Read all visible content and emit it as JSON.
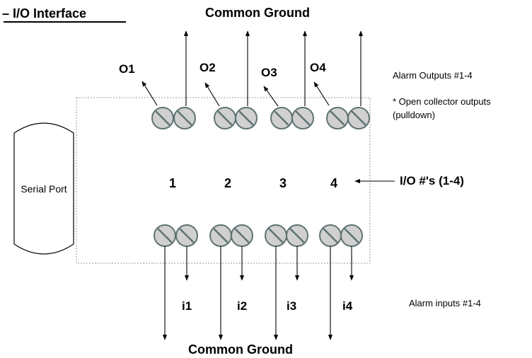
{
  "title": "– I/O Interface",
  "top_label": "Common Ground",
  "bottom_label": "Common Ground",
  "serial_port": "Serial Port",
  "outputs": [
    "O1",
    "O2",
    "O3",
    "O4"
  ],
  "inputs": [
    "i1",
    "i2",
    "i3",
    "i4"
  ],
  "channel_numbers": [
    "1",
    "2",
    "3",
    "4"
  ],
  "io_label": "I/O #'s (1-4)",
  "alarm_outputs": "Alarm Outputs #1-4",
  "open_collector_line1": "* Open collector outputs",
  "open_collector_line2": "(pulldown)",
  "alarm_inputs": "Alarm inputs #1-4",
  "colors": {
    "terminal_fill": "#d0d0d0",
    "terminal_stroke": "#5f7272",
    "board_border": "#9a9a9a"
  }
}
